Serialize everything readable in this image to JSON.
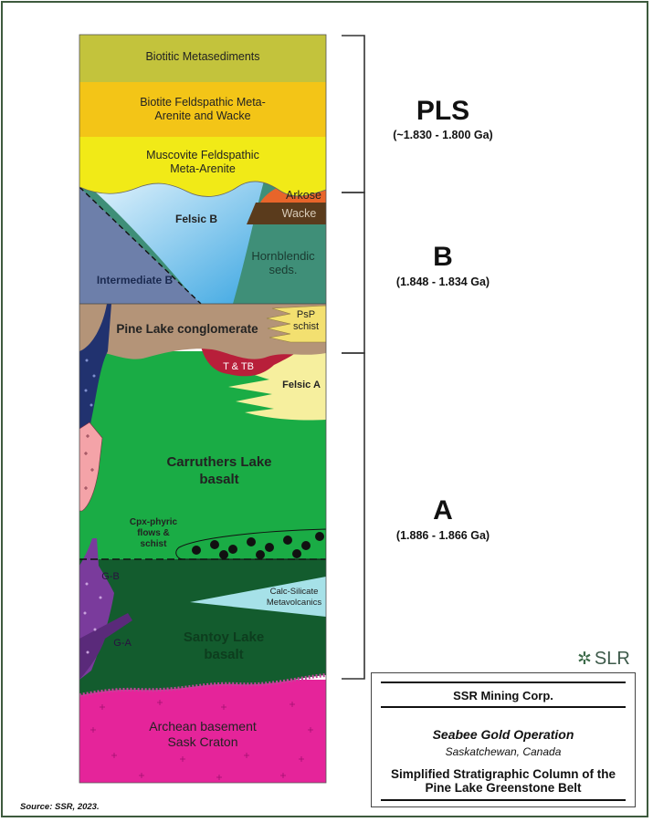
{
  "units": {
    "biotitic_metasediments": "Biotitic Metasediments",
    "biotite_feldspathic": "Biotite Feldspathic Meta-\nArenite and Wacke",
    "muscovite_feldspathic": "Muscovite Feldspathic\nMeta-Arenite",
    "arkose": "Arkose",
    "wacke": "Wacke",
    "felsic_b": "Felsic B",
    "hornblendic": "Hornblendic\nseds.",
    "intermediate_b": "Intermediate B",
    "pine_lake": "Pine Lake conglomerate",
    "psp_schist": "PsP\nschist",
    "t_tb": "T & TB",
    "felsic_a": "Felsic A",
    "carruthers": "Carruthers Lake\nbasalt",
    "cpx_phyric": "Cpx-phyric\nflows &\nschist",
    "g_b": "G-B",
    "calc_silicate": "Calc-Silicate\nMetavolcanics",
    "g_a": "G-A",
    "santoy": "Santoy Lake\nbasalt",
    "archean": "Archean basement\nSask Craton"
  },
  "groups": [
    {
      "name": "PLS",
      "range": "(~1.830 - 1.800 Ga)"
    },
    {
      "name": "B",
      "range": "(1.848 - 1.834 Ga)"
    },
    {
      "name": "A",
      "range": "(1.886 - 1.866 Ga)"
    }
  ],
  "logo": {
    "text": "SLR"
  },
  "title_box": {
    "company": "SSR Mining Corp.",
    "project": "Seabee Gold Operation",
    "location": "Saskatchewan, Canada",
    "figure_title": "Simplified Stratigraphic Column of the\nPine Lake Greenstone Belt"
  },
  "source": "Source:  SSR, 2023.",
  "colors": {
    "biotitic": "#c3c33c",
    "biotite_feld": "#f3c517",
    "muscovite": "#f1ea17",
    "arkose": "#e8652a",
    "wacke": "#5a3b1c",
    "felsic_b": "#9fd3ef",
    "hornblendic": "#3f8f78",
    "intermediate_b": "#6d7faa",
    "pine_lake": "#b49478",
    "psp": "#f3e070",
    "t_tb": "#b81f3a",
    "felsic_a": "#f6ef9e",
    "carruthers": "#1aac45",
    "santoy": "#135c2e",
    "archean": "#e5249a",
    "granite": "#f4a3a8",
    "purple": "#7a3b9c",
    "navy": "#21326f"
  }
}
